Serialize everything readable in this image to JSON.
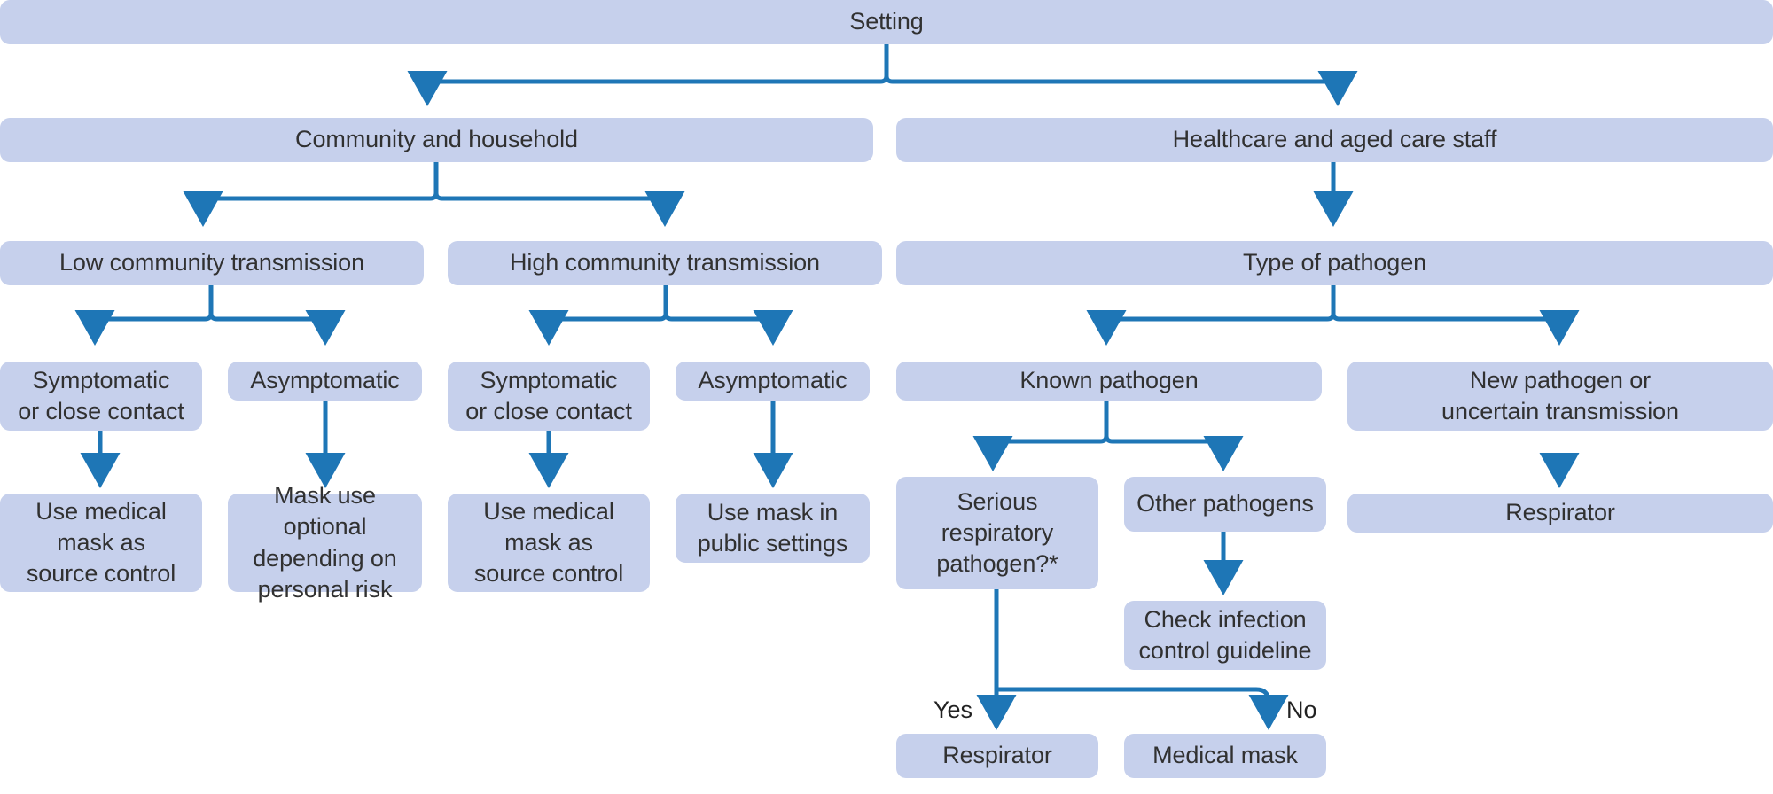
{
  "diagram": {
    "title": "Mask use decision flowchart",
    "colors": {
      "node_fill": "#c6d0ec",
      "connector": "#1e76b6",
      "text": "#313131",
      "background": "#ffffff"
    },
    "nodes": {
      "setting": "Setting",
      "community_household": "Community and household",
      "healthcare_aged_care": "Healthcare and aged care staff",
      "low_transmission": "Low community transmission",
      "high_transmission": "High community transmission",
      "type_of_pathogen": "Type of pathogen",
      "low_symptomatic": "Symptomatic\nor close contact",
      "low_asymptomatic": "Asymptomatic",
      "high_symptomatic": "Symptomatic\nor close contact",
      "high_asymptomatic": "Asymptomatic",
      "known_pathogen": "Known pathogen",
      "new_pathogen": "New pathogen or\nuncertain transmission",
      "low_sym_action": "Use medical\nmask as\nsource control",
      "low_asym_action": "Mask use optional\ndepending on\npersonal risk",
      "high_sym_action": "Use medical\nmask as\nsource control",
      "high_asym_action": "Use mask in\npublic settings",
      "serious_respiratory": "Serious\nrespiratory\npathogen?*",
      "other_pathogens": "Other pathogens",
      "new_pathogen_action": "Respirator",
      "check_guideline": "Check infection\ncontrol guideline",
      "yes_respirator": "Respirator",
      "no_medical_mask": "Medical mask"
    },
    "edge_labels": {
      "yes": "Yes",
      "no": "No"
    }
  }
}
